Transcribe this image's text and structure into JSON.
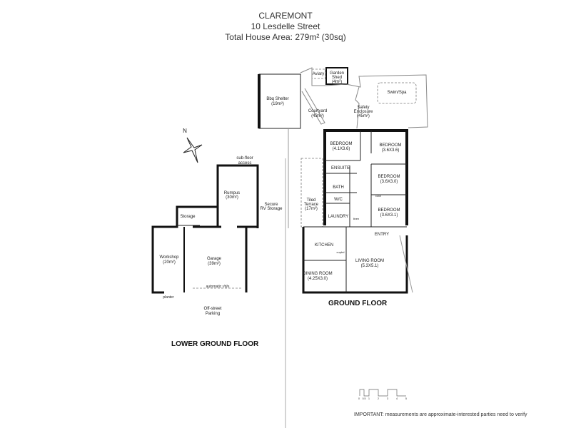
{
  "header": {
    "suburb": "CLAREMONT",
    "address": "10 Lesdelle Street",
    "area": "Total House Area: 279m² (30sq)"
  },
  "outdoor": {
    "aviary": "Aviary",
    "garden_shed": [
      "Garden",
      "Shed",
      "(4m²)"
    ],
    "bbq": [
      "Bbq Shelter",
      "(19m²)"
    ],
    "courtyard": [
      "Courtyard",
      "(43m²)"
    ],
    "safety": [
      "Safety",
      "Enclosure",
      "(45m²)"
    ],
    "spa": "Swim/Spa",
    "terrace": [
      "Tiled",
      "Terrace",
      "(17m²)"
    ],
    "rv": [
      "Secure",
      "RV Storage"
    ]
  },
  "ground_floor": {
    "title": "GROUND FLOOR",
    "rooms": {
      "bed1": [
        "BEDROOM",
        "(4.1X3.6)"
      ],
      "bed2": [
        "BEDROOM",
        "(3.6X3.6)"
      ],
      "bed3": [
        "BEDROOM",
        "(3.6X3.0)"
      ],
      "bed4": [
        "BEDROOM",
        "(3.6X3.1)"
      ],
      "ensuite": "ENSUITE",
      "bath": "BATH",
      "wc": "W/C",
      "laundry": "LAUNDRY",
      "kitchen": "KITCHEN",
      "dining": [
        "DINING ROOM",
        "(4.25X3.0)"
      ],
      "living": [
        "LIVING ROOM",
        "(5.3X5.1)"
      ],
      "entry": "ENTRY",
      "robe": "robe",
      "linen": "linen",
      "cupboard": "cupbd"
    }
  },
  "lower_floor": {
    "title": "LOWER GROUND FLOOR",
    "rooms": {
      "rumpus": [
        "Rumpus",
        "(30m²)"
      ],
      "storage": "Storage",
      "workshop": [
        "Workshop",
        "(20m²)"
      ],
      "garage": [
        "Garage",
        "(39m²)"
      ],
      "subfloor": [
        "sub-floor",
        "access"
      ],
      "door": "automatic r/d/s",
      "planter": "planter",
      "parking": [
        "Off-street",
        "Parking"
      ]
    }
  },
  "compass": "N",
  "scale": {
    "ticks": [
      "0",
      "0.5",
      "1",
      "2",
      "3",
      "4",
      "5"
    ]
  },
  "footer": "IMPORTANT: measurements are approximate-interested parties need to verify"
}
